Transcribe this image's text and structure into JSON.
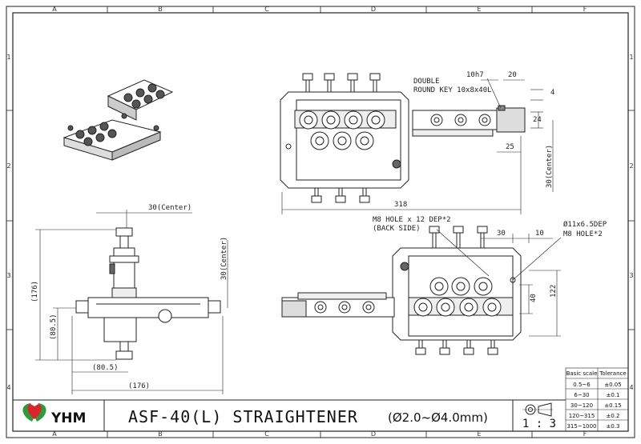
{
  "grid": {
    "columns": [
      "A",
      "B",
      "C",
      "D",
      "E",
      "F"
    ],
    "rows": [
      "1",
      "2",
      "3",
      "4"
    ]
  },
  "title_block": {
    "logo_text": "YHM",
    "title": "ASF-40(L) STRAIGHTENER",
    "range": "(Ø2.0~Ø4.0mm)",
    "scale": "1 : 3"
  },
  "tolerance_table": {
    "headers": [
      "Basic scale",
      "Tolerance"
    ],
    "rows": [
      [
        "0.5~6",
        "±0.05"
      ],
      [
        "6~30",
        "±0.1"
      ],
      [
        "30~120",
        "±0.15"
      ],
      [
        "120~315",
        "±0.2"
      ],
      [
        "315~1000",
        "±0.3"
      ]
    ]
  },
  "dimensions": {
    "key_line1": "DOUBLE",
    "key_line2": "ROUND KEY 10x8x40L",
    "fit": "10h7",
    "d20": "20",
    "d4": "4",
    "d24": "24",
    "d25": "25",
    "center_right": "30(Center)",
    "d318": "318",
    "hole_line1": "M8 HOLE x 12 DEP*2",
    "hole_line2": "(BACK SIDE)",
    "phi_line1": "Ø11x6.5DEP",
    "phi_line2": "M8 HOLE*2",
    "d30": "30",
    "d10": "10",
    "d40": "40",
    "d122": "122",
    "center_top_left": "30(Center)",
    "center_vert_left": "30(Center)",
    "d176_vert": "(176)",
    "d80_5_vert": "(80.5)",
    "d80_5_horiz": "(80.5)",
    "d176_horiz": "(176)"
  },
  "colors": {
    "line": "#222222",
    "logo_red": "#d9262c",
    "logo_green": "#2e9a3c"
  }
}
